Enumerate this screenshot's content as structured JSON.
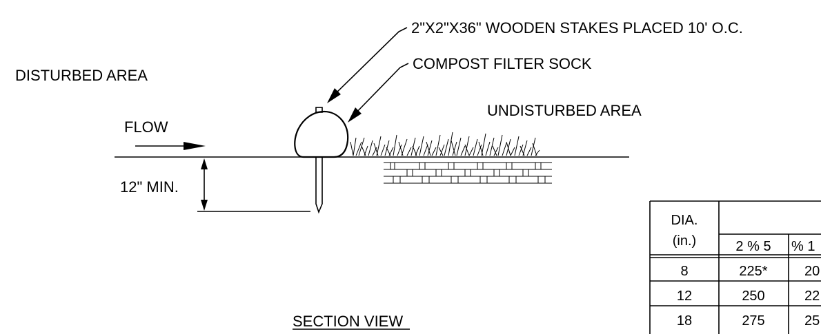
{
  "labels": {
    "stakes": "2\"X2\"X36\" WOODEN STAKES PLACED 10' O.C.",
    "sock": "COMPOST FILTER SOCK",
    "disturbed": "DISTURBED AREA",
    "undisturbed": "UNDISTURBED AREA",
    "flow": "FLOW",
    "depth": "12\" MIN.",
    "view_title": "SECTION VIEW"
  },
  "table": {
    "header_col1": [
      "DIA.",
      "(in.)"
    ],
    "subheaders": [
      "2 % 5",
      "% 1"
    ],
    "rows": [
      [
        "8",
        "225*",
        "20"
      ],
      [
        "12",
        "250",
        "22"
      ],
      [
        "18",
        "275",
        "25"
      ]
    ]
  }
}
